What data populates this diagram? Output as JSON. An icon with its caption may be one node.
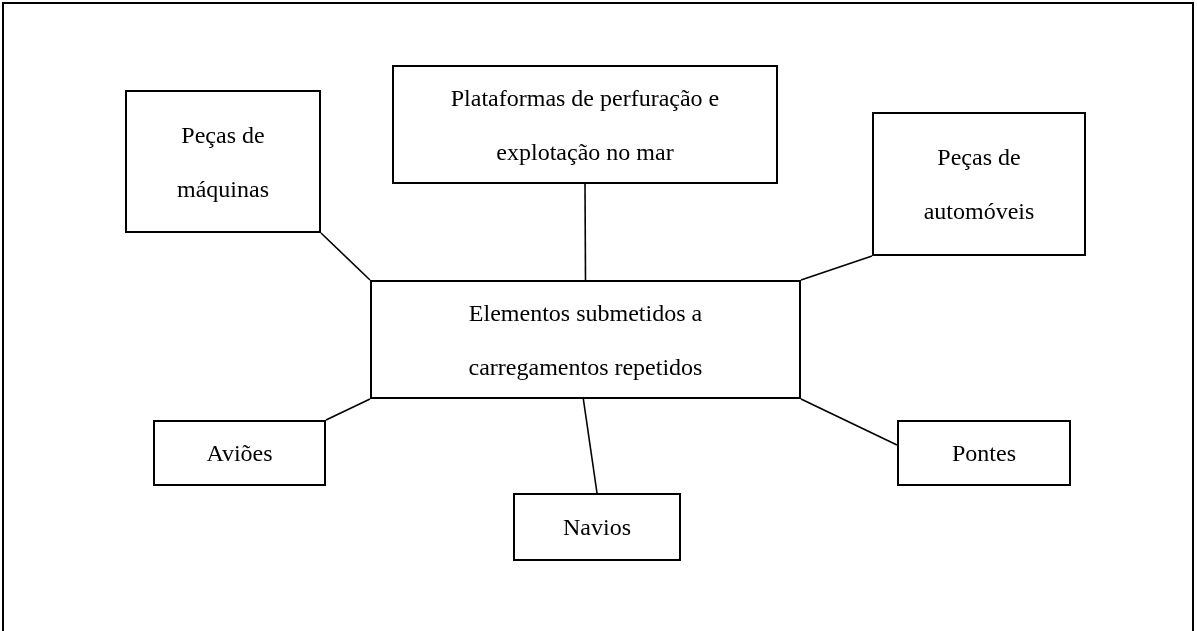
{
  "diagram": {
    "nodes": [
      {
        "text": [
          "Plataformas de perfuração e explotação no mar"
        ]
      },
      {
        "text": [
          "Peças de máquinas"
        ]
      },
      {
        "text": [
          "Peças de automóveis"
        ]
      },
      {
        "text": [
          "Elementos submetidos a carregamentos repetidos"
        ]
      },
      {
        "text": [
          "Aviões"
        ]
      },
      {
        "text": [
          "Pontes"
        ]
      },
      {
        "text": [
          "Navios"
        ]
      }
    ],
    "edges": [
      {
        "from": 3,
        "to": 0,
        "arrow": "none"
      },
      {
        "from": 3,
        "to": 1,
        "arrow": "none"
      },
      {
        "from": 3,
        "to": 2,
        "arrow": "none"
      },
      {
        "from": 3,
        "to": 4,
        "arrow": "none"
      },
      {
        "from": 3,
        "to": 5,
        "arrow": "none"
      },
      {
        "from": 3,
        "to": 6,
        "arrow": "none"
      }
    ]
  }
}
